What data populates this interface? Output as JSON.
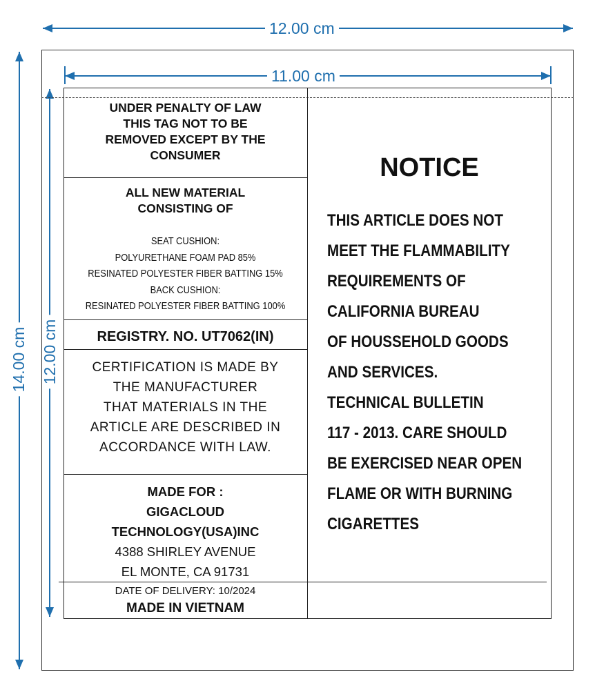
{
  "dimensions": {
    "outer_width": "12.00 cm",
    "inner_width": "11.00 cm",
    "outer_height": "14.00 cm",
    "inner_height": "12.00 cm"
  },
  "left_column": {
    "penalty": [
      "UNDER PENALTY OF LAW",
      "THIS TAG NOT TO BE",
      "REMOVED EXCEPT BY THE",
      "CONSUMER"
    ],
    "material_heading": [
      "ALL NEW MATERIAL",
      "CONSISTING OF"
    ],
    "material_lines": [
      "SEAT CUSHION:",
      "POLYURETHANE FOAM PAD 85%",
      "RESINATED POLYESTER FIBER BATTING 15%",
      "BACK CUSHION:",
      "RESINATED POLYESTER FIBER BATTING 100%"
    ],
    "registry": "REGISTRY. NO. UT7062(IN)",
    "certification": [
      "CERTIFICATION IS MADE BY",
      "THE MANUFACTURER",
      "THAT MATERIALS IN THE",
      "ARTICLE ARE DESCRIBED IN",
      "ACCORDANCE WITH LAW."
    ],
    "made_for_bold": [
      "MADE FOR :",
      "GIGACLOUD",
      "TECHNOLOGY(USA)INC"
    ],
    "made_for_address": [
      "4388 SHIRLEY AVENUE",
      "EL MONTE, CA 91731"
    ],
    "delivery": "DATE OF DELIVERY: 10/2024",
    "origin": "MADE IN VIETNAM"
  },
  "notice": {
    "title": "NOTICE",
    "lines": [
      "THIS ARTICLE DOES NOT",
      "MEET THE FLAMMABILITY",
      "REQUIREMENTS OF",
      "CALIFORNIA BUREAU",
      "OF HOUSSEHOLD GOODS",
      "AND SERVICES.",
      "TECHNICAL BULLETIN",
      "117 - 2013. CARE SHOULD",
      "BE EXERCISED NEAR OPEN",
      "FLAME OR WITH BURNING",
      "CIGARETTES"
    ]
  },
  "colors": {
    "dimension": "#1f6fae",
    "border": "#222222",
    "text": "#111111"
  }
}
